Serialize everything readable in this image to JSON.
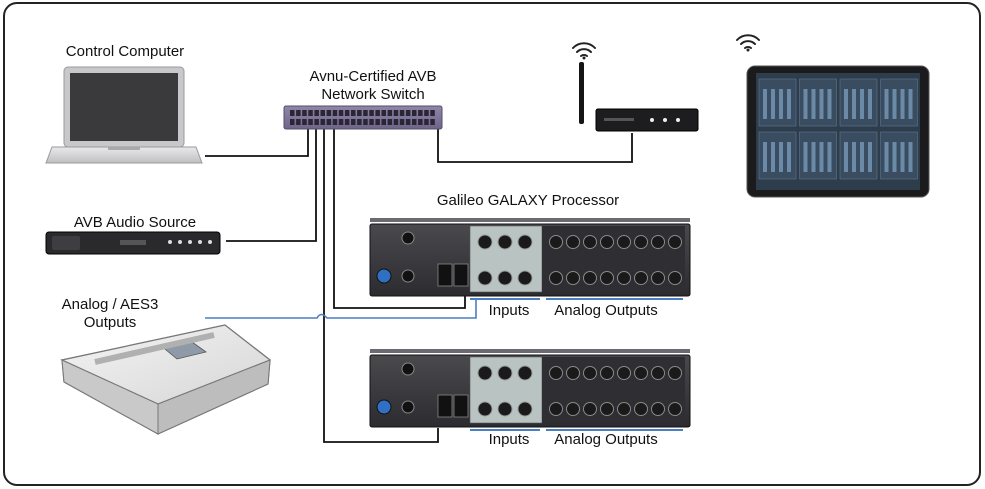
{
  "labels": {
    "control_computer": "Control Computer",
    "switch_line1": "Avnu-Certified AVB",
    "switch_line2": "Network Switch",
    "avb_source": "AVB Audio Source",
    "analog_line1": "Analog / AES3",
    "analog_line2": "Outputs",
    "processor": "Galileo GALAXY Processor",
    "inputs_1": "Inputs",
    "outputs_1": "Analog Outputs",
    "inputs_2": "Inputs",
    "outputs_2": "Analog Outputs"
  },
  "icons": {
    "router_wifi": "wifi-icon",
    "tablet_wifi": "wifi-icon"
  },
  "colors": {
    "cable": "#111111",
    "audio_cable": "#4a7fc1",
    "bracket": "#4a7fc1",
    "frame": "#222222"
  }
}
